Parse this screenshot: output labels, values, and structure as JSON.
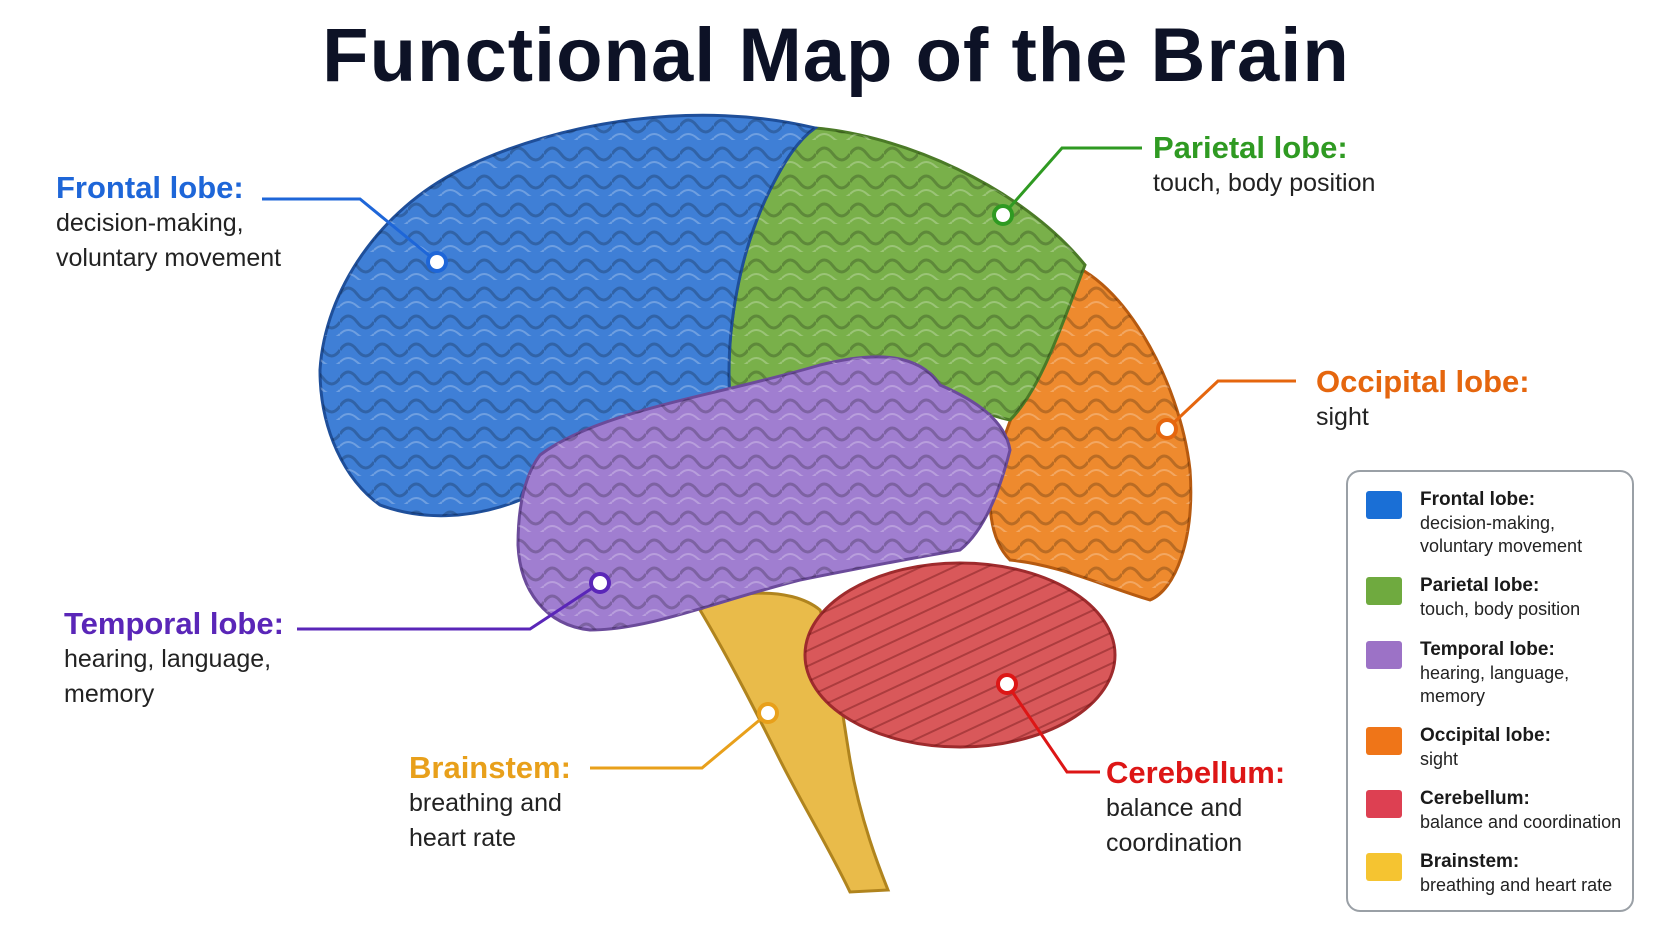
{
  "title": "Functional Map of the Brain",
  "colors": {
    "frontal": "#1e66d8",
    "parietal": "#2f9a22",
    "temporal": "#5a26b8",
    "occipital": "#e5660e",
    "cerebellum": "#dd1616",
    "brainstem": "#e8a01b"
  },
  "callouts": {
    "frontal": {
      "name": "Frontal lobe:",
      "desc": "decision-making,\nvoluntary movement"
    },
    "parietal": {
      "name": "Parietal lobe:",
      "desc": "touch, body position"
    },
    "occipital": {
      "name": "Occipital lobe:",
      "desc": "sight"
    },
    "temporal": {
      "name": "Temporal lobe:",
      "desc": "hearing, language,\nmemory"
    },
    "brainstem": {
      "name": "Brainstem:",
      "desc": "breathing and\nheart rate"
    },
    "cerebellum": {
      "name": "Cerebellum:",
      "desc": "balance and\ncoordination"
    }
  },
  "legend": {
    "items": [
      {
        "name": "Frontal lobe:",
        "desc": "decision-making,\nvoluntary movement",
        "color": "#1a6fd6"
      },
      {
        "name": "Parietal lobe:",
        "desc": "touch, body position",
        "color": "#6faa3f"
      },
      {
        "name": "Temporal lobe:",
        "desc": "hearing, language,\nmemory",
        "color": "#9c72c6"
      },
      {
        "name": "Occipital lobe:",
        "desc": "sight",
        "color": "#ef7518"
      },
      {
        "name": "Cerebellum:",
        "desc": "balance and coordination",
        "color": "#dd4052"
      },
      {
        "name": "Brainstem:",
        "desc": "breathing and heart rate",
        "color": "#f5c431"
      }
    ]
  }
}
